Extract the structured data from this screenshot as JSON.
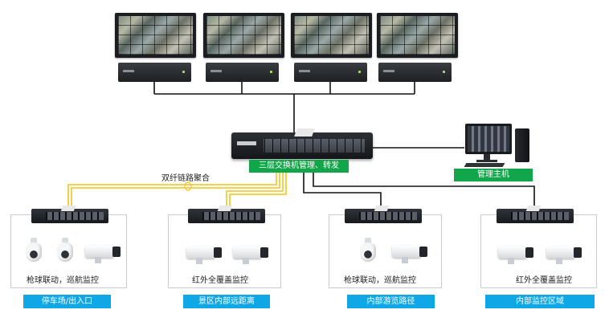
{
  "core_switch": {
    "label": "三层交换机管理、转发"
  },
  "management_host": {
    "label": "管理主机"
  },
  "link_aggregation": {
    "label": "双纤链路聚合"
  },
  "zones": [
    {
      "caption": "枪球联动，巡航监控",
      "area": "停车场/出入口"
    },
    {
      "caption": "红外全覆盖监控",
      "area": "景区内部远距离"
    },
    {
      "caption": "枪球联动，巡航监控",
      "area": "内部游览路径"
    },
    {
      "caption": "红外全覆盖监控",
      "area": "内部监控区域"
    }
  ],
  "colors": {
    "network_link": "#111111",
    "fiber_link": "#f3c21b",
    "green_label": "#11a64a",
    "blue_label": "#0fa7e6"
  }
}
